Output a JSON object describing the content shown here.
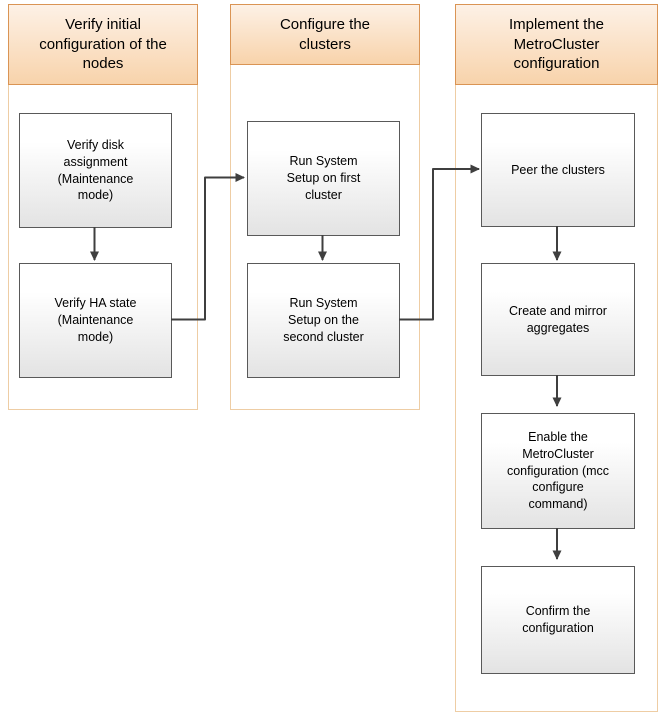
{
  "diagram": {
    "columns": [
      {
        "title": "Verify initial configuration of the nodes",
        "steps": [
          {
            "label": "Verify disk assignment (Maintenance mode)"
          },
          {
            "label": "Verify HA state (Maintenance mode)"
          }
        ]
      },
      {
        "title": "Configure the clusters",
        "steps": [
          {
            "label": "Run System Setup on first cluster"
          },
          {
            "label": "Run System Setup on the second cluster"
          }
        ]
      },
      {
        "title": "Implement the MetroCluster configuration",
        "steps": [
          {
            "label": "Peer the clusters"
          },
          {
            "label": "Create and mirror aggregates"
          },
          {
            "label": "Enable the MetroCluster configuration (mcc configure command)"
          },
          {
            "label": "Confirm the configuration"
          }
        ]
      }
    ],
    "connections": [
      {
        "from": "Verify disk assignment (Maintenance mode)",
        "to": "Verify HA state (Maintenance mode)"
      },
      {
        "from": "Verify HA state (Maintenance mode)",
        "to": "Run System Setup on first cluster"
      },
      {
        "from": "Run System Setup on first cluster",
        "to": "Run System Setup on the second cluster"
      },
      {
        "from": "Run System Setup on the second cluster",
        "to": "Peer the clusters"
      },
      {
        "from": "Peer the clusters",
        "to": "Create and mirror aggregates"
      },
      {
        "from": "Create and mirror aggregates",
        "to": "Enable the MetroCluster configuration (mcc configure command)"
      },
      {
        "from": "Enable the MetroCluster configuration (mcc configure command)",
        "to": "Confirm the configuration"
      }
    ],
    "colors": {
      "header_border": "#DA9454",
      "header_bg_top": "#FDF1E6",
      "header_bg_bottom": "#F8D3AB",
      "column_border": "#EECDA4",
      "box_border": "#595959",
      "box_bg_top": "#FFFFFF",
      "box_bg_bottom": "#E3E3E3",
      "arrow": "#3F3F3F"
    }
  }
}
